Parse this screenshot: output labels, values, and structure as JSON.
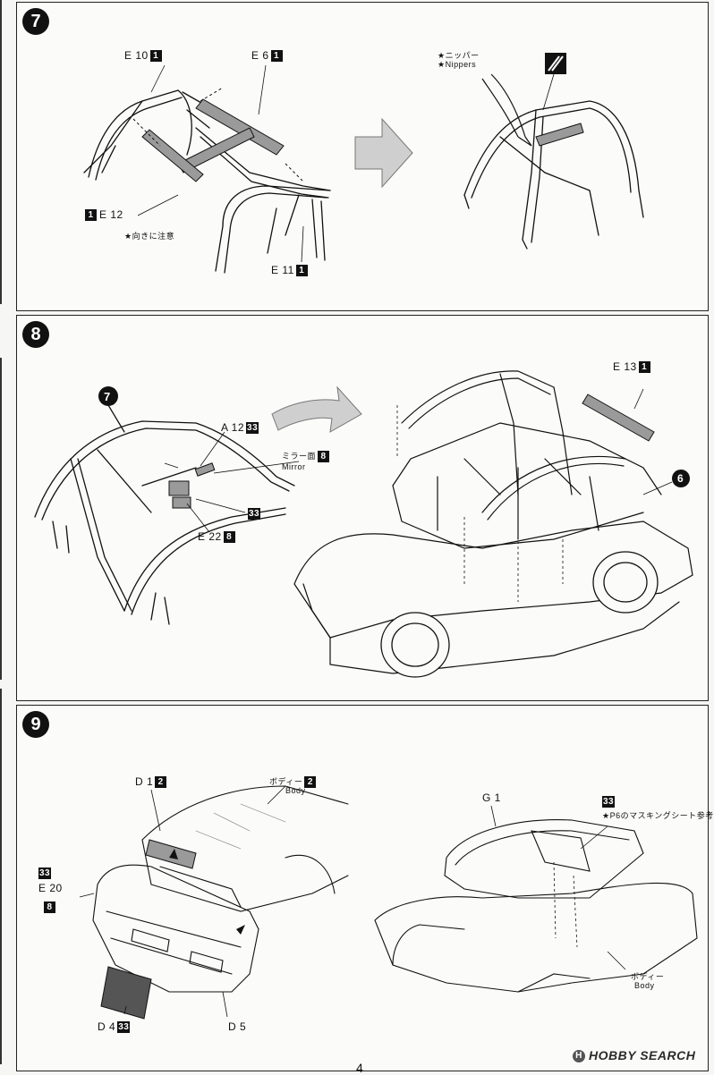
{
  "step7": {
    "number": "7",
    "part_e10": "E 10",
    "part_e10_badge": "1",
    "part_e6": "E 6",
    "part_e6_badge": "1",
    "part_e12": "E 12",
    "part_e12_badge": "1",
    "part_e11": "E 11",
    "part_e11_badge": "1",
    "note_direction": "★向きに注意",
    "nippers_jp": "★ニッパー",
    "nippers_en": "★Nippers",
    "tool_icon": "nippers-cut-icon"
  },
  "step8": {
    "number": "8",
    "sub_ref": "7",
    "part_a12": "A 12",
    "part_a12_badge": "33",
    "mirror_jp": "ミラー面",
    "mirror_en": "Mirror",
    "mirror_badge": "8",
    "badge_33": "33",
    "part_e22": "E 22",
    "part_e22_badge": "8",
    "part_e13": "E 13",
    "part_e13_badge": "1",
    "ref_6": "6"
  },
  "step9": {
    "number": "9",
    "part_d1": "D 1",
    "part_d1_badge": "2",
    "body_jp": "ボディー",
    "body_en": "Body",
    "body_badge": "2",
    "badge_e20_top": "33",
    "part_e20": "E 20",
    "badge_e20_bottom": "8",
    "part_d4": "D 4",
    "part_d4_badge": "33",
    "part_d5": "D 5",
    "part_g1": "G 1",
    "masking_badge": "33",
    "masking_note": "★P6のマスキングシート参考",
    "body2_jp": "ボディー",
    "body2_en": "Body"
  },
  "footer": {
    "page_number": "4",
    "watermark": "HOBBY SEARCH"
  },
  "colors": {
    "ink": "#111111",
    "paper": "#fbfbfa",
    "part_fill": "#9a9a9a"
  }
}
